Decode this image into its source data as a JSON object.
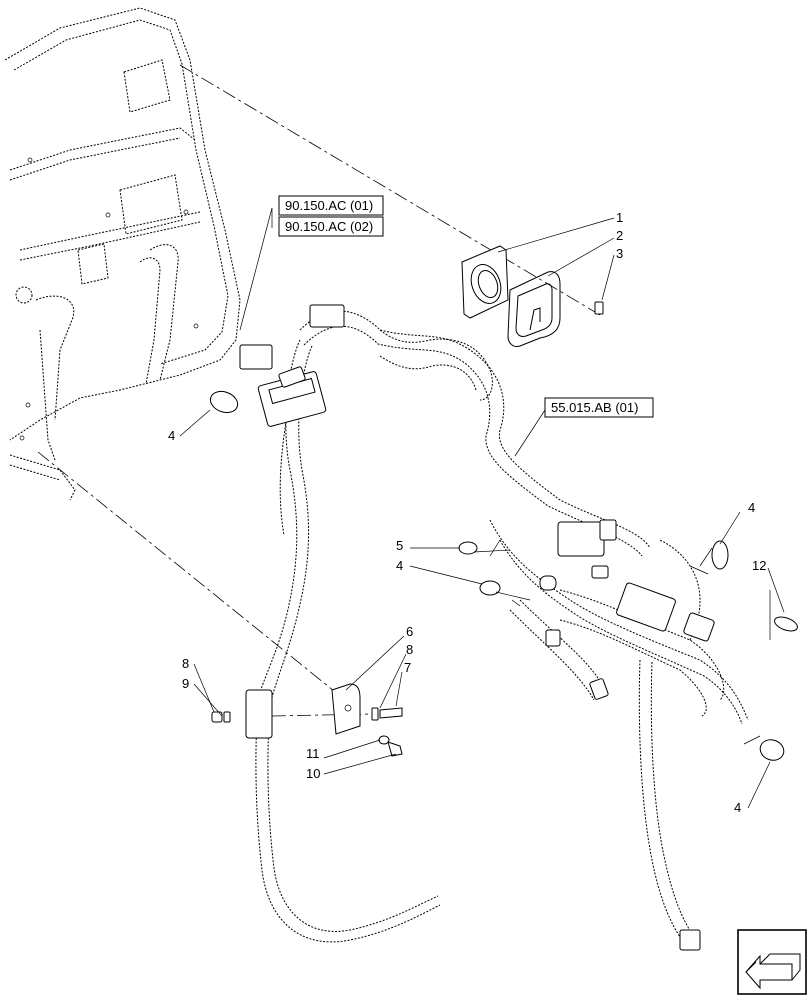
{
  "references": {
    "ref_90150_ac_01": "90.150.AC (01)",
    "ref_90150_ac_02": "90.150.AC (02)",
    "ref_55015_ab_01": "55.015.AB (01)"
  },
  "callouts": {
    "c1": "1",
    "c2": "2",
    "c3": "3",
    "c4_left": "4",
    "c4_right": "4",
    "c4_mid": "4",
    "c4_bottom": "4",
    "c5": "5",
    "c6": "6",
    "c7": "7",
    "c8_left": "8",
    "c8_right": "8",
    "c9": "9",
    "c10": "10",
    "c11": "11",
    "c12": "12"
  },
  "icons": {
    "nav": "next-page-arrow-icon"
  }
}
